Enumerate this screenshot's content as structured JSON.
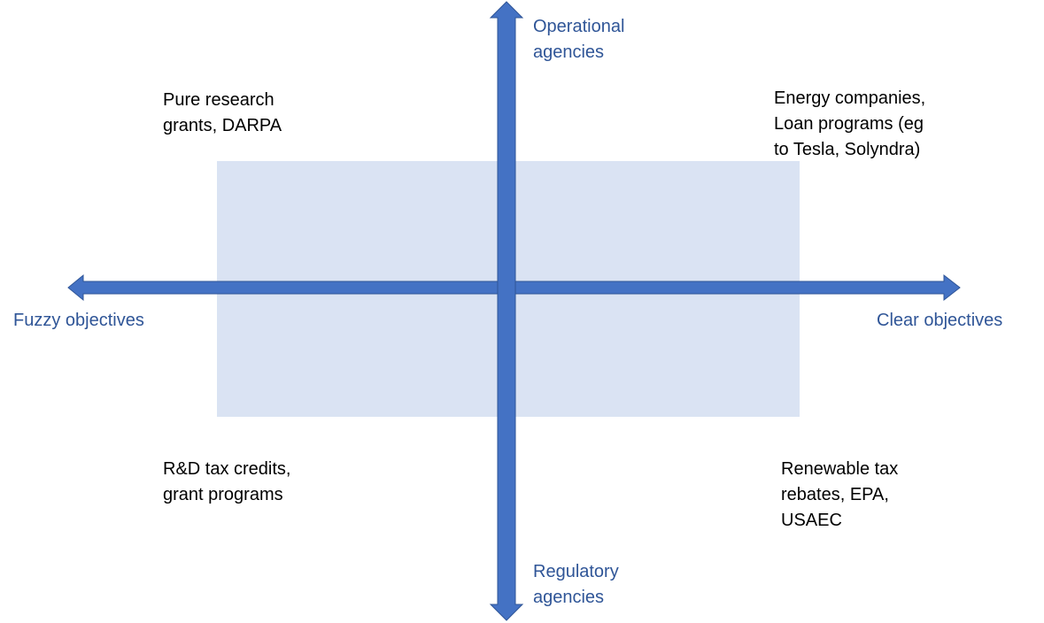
{
  "axes": {
    "x_left_label": "Fuzzy objectives",
    "x_right_label": "Clear objectives",
    "y_top_label": "Operational\nagencies",
    "y_bottom_label": "Regulatory\nagencies"
  },
  "quadrants": {
    "top_left": "Pure research\ngrants, DARPA",
    "top_right": "Energy companies,\nLoan programs (eg\nto Tesla, Solyndra)",
    "bottom_left": "R&D tax credits,\ngrant programs",
    "bottom_right": "Renewable tax\nrebates, EPA,\nUSAEC"
  },
  "colors": {
    "arrow": "#4472c4",
    "arrow_outline": "#2f5597",
    "center_box": "#dae3f3",
    "axis_label": "#2f5597"
  }
}
